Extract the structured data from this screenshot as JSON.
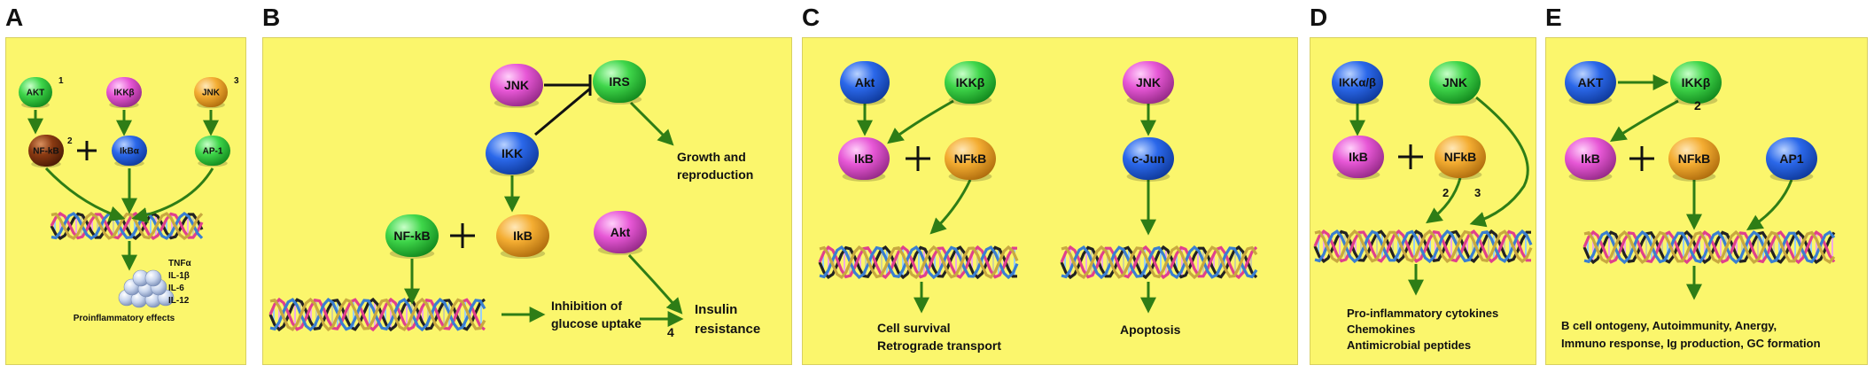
{
  "colors": {
    "panel_bg": "#fbf66c",
    "arrow": "#2e7d16",
    "green": "#3fd64a",
    "pink": "#e757d6",
    "blue": "#2b68ea",
    "orange": "#f4ad32",
    "brown": "#8a3a12"
  },
  "panels": [
    {
      "letter": "A",
      "nodes": [
        "AKT",
        "IKKβ",
        "JNK",
        "NF-kB",
        "IkBα",
        "AP-1"
      ],
      "nums": [
        "1",
        "2",
        "3"
      ],
      "outputs": [
        "TNFα",
        "IL-1β",
        "IL-6",
        "IL-12",
        "Proinflammatory effects"
      ]
    },
    {
      "letter": "B",
      "nodes": [
        "JNK",
        "IRS",
        "IKK",
        "NF-kB",
        "IkB",
        "Akt"
      ],
      "nums": [
        "4"
      ],
      "outputs": [
        "Growth and",
        "reproduction",
        "Inhibition of",
        "glucose uptake",
        "Insulin",
        "resistance"
      ]
    },
    {
      "letter": "C",
      "nodes": [
        "Akt",
        "IKKβ",
        "IkB",
        "NFkB",
        "JNK",
        "c-Jun"
      ],
      "nums": [],
      "outputs": [
        "Cell survival",
        "Retrograde transport",
        "Apoptosis"
      ]
    },
    {
      "letter": "D",
      "nodes": [
        "IKKα/β",
        "JNK",
        "IkB",
        "NFkB"
      ],
      "nums": [
        "2",
        "3"
      ],
      "outputs": [
        "Pro-inflammatory cytokines",
        "Chemokines",
        "Antimicrobial peptides"
      ]
    },
    {
      "letter": "E",
      "nodes": [
        "AKT",
        "IKKβ",
        "IkB",
        "NFkB",
        "AP1"
      ],
      "nums": [
        "2"
      ],
      "outputs": [
        "B cell ontogeny, Autoimmunity, Anergy,",
        "Immuno response, Ig production, GC formation"
      ]
    }
  ]
}
